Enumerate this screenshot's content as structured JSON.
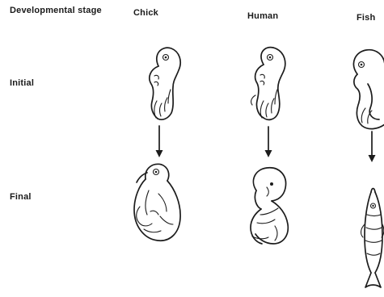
{
  "table": {
    "header": "Developmental stage",
    "columns": [
      "Chick",
      "Human",
      "Fish"
    ],
    "rows": [
      "Initial",
      "Final"
    ]
  },
  "colors": {
    "ink": "#1c1c1c",
    "background": "#ffffff"
  },
  "figures": [
    {
      "organism": "Chick",
      "stage": "Initial",
      "icon": "embryo-early-drawing"
    },
    {
      "organism": "Human",
      "stage": "Initial",
      "icon": "embryo-early-drawing"
    },
    {
      "organism": "Fish",
      "stage": "Initial",
      "icon": "embryo-early-drawing"
    },
    {
      "organism": "Chick",
      "stage": "Final",
      "icon": "chick-embryo-late-drawing"
    },
    {
      "organism": "Human",
      "stage": "Final",
      "icon": "human-fetus-drawing"
    },
    {
      "organism": "Fish",
      "stage": "Final",
      "icon": "fish-late-drawing"
    }
  ]
}
